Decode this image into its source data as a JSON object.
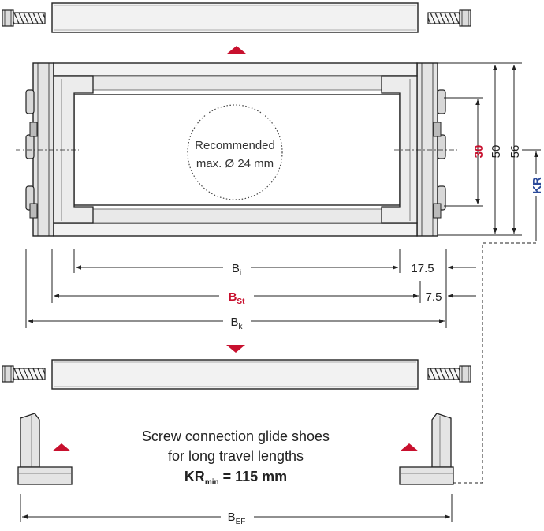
{
  "colors": {
    "accent_red": "#c8102e",
    "accent_blue": "#2b4a9a",
    "line": "#222222",
    "bar_fill": "#f2f2f2",
    "frame_fill": "#e4e4e4"
  },
  "recommended": {
    "line1": "Recommended",
    "line2": "max. Ø 24 mm"
  },
  "dims": {
    "bi": {
      "main": "B",
      "sub": "i"
    },
    "bst": {
      "main": "B",
      "sub": "St"
    },
    "bk": {
      "main": "B",
      "sub": "k"
    },
    "bef": {
      "main": "B",
      "sub": "EF"
    },
    "d175": "17.5",
    "d75": "7.5",
    "h30": "30",
    "h50": "50",
    "h56": "56",
    "kr": "KR"
  },
  "caption": {
    "line1": "Screw connection glide shoes",
    "line2": "for long travel lengths",
    "kr_main": "KR",
    "kr_sub": "min",
    "kr_value": " = 115 mm"
  },
  "icons": {
    "up_arrow": "up-triangle-icon",
    "down_arrow": "down-triangle-icon",
    "screw": "screw-icon"
  }
}
